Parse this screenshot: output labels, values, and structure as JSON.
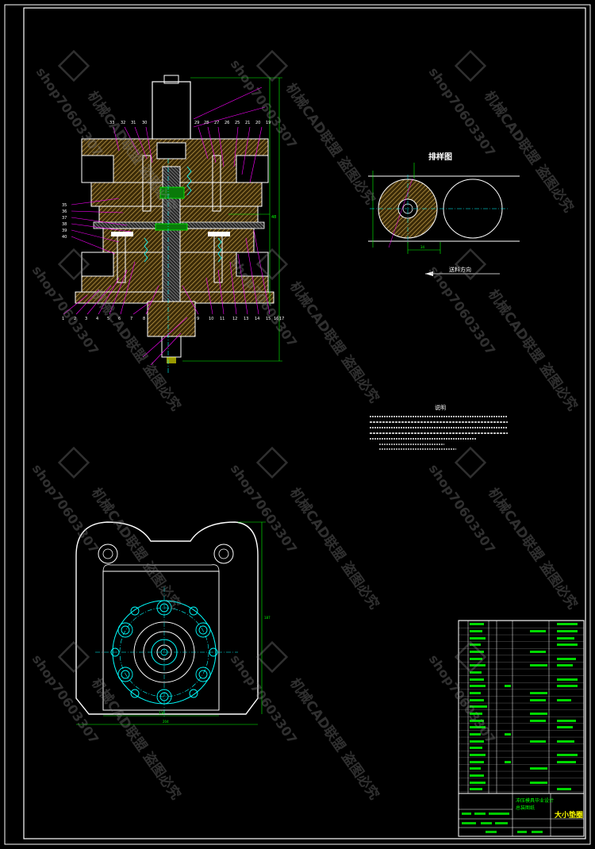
{
  "drawing": {
    "layout_view_title": "排样图",
    "feed_direction_label": "送料方向",
    "notes_title": "说明",
    "part_numbers_top": [
      "33",
      "32",
      "31",
      "30",
      "29",
      "28",
      "27",
      "26",
      "25",
      "21",
      "20",
      "19"
    ],
    "part_numbers_left": [
      "35",
      "36",
      "37",
      "38",
      "39",
      "40"
    ],
    "part_numbers_bottom": [
      "1",
      "2",
      "3",
      "4",
      "5",
      "6",
      "7",
      "8",
      "9",
      "10",
      "11",
      "12",
      "13",
      "14",
      "15",
      "16",
      "17"
    ],
    "title_block": {
      "drawing_name": "冲压模具毕业设计\n总装图纸",
      "school_label": "大小垫圈"
    }
  },
  "watermark": {
    "shop": "shop70603307",
    "brand": "机械CAD联盟 盗图必究"
  },
  "colors": {
    "background": "#000000",
    "border": "#ffffff",
    "outline": "#ffffff",
    "hatch": "#c8a24a",
    "center": "#00ffff",
    "dimension": "#00ff00",
    "leader": "#ff00ff",
    "title_text": "#ffff00"
  }
}
